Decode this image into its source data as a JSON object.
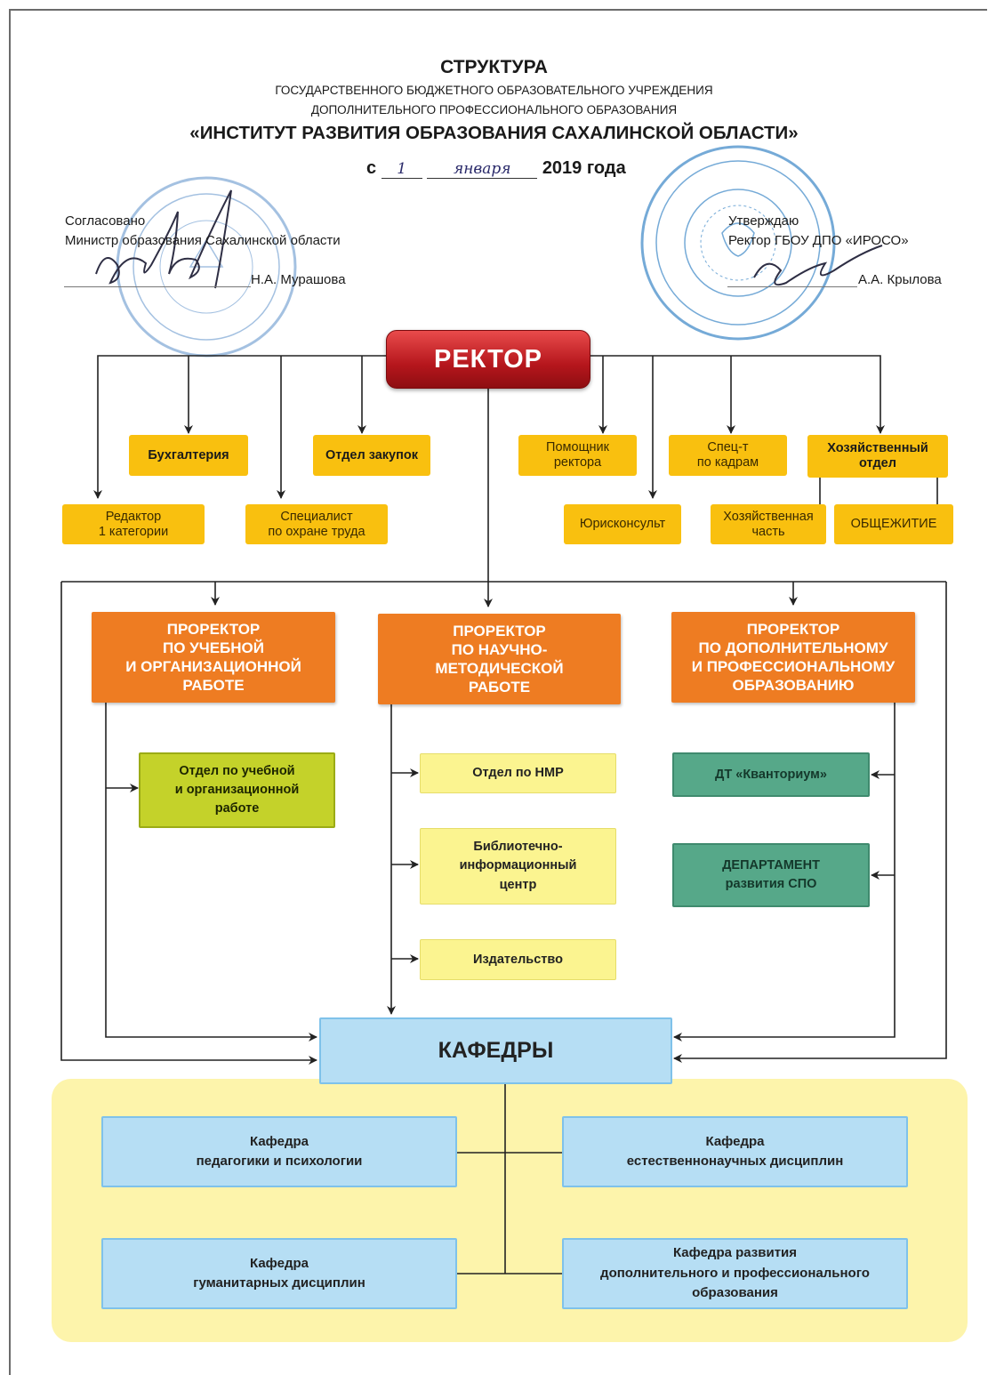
{
  "header": {
    "title": "СТРУКТУРА",
    "subtitle1": "ГОСУДАРСТВЕННОГО  БЮДЖЕТНОГО ОБРАЗОВАТЕЛЬНОГО УЧРЕЖДЕНИЯ",
    "subtitle2": "ДОПОЛНИТЕЛЬНОГО ПРОФЕССИОНАЛЬНОГО ОБРАЗОВАНИЯ",
    "institution": "«ИНСТИТУТ РАЗВИТИЯ ОБРАЗОВАНИЯ САХАЛИНСКОЙ ОБЛАСТИ»",
    "date_prefix": "с",
    "date_day": "1",
    "date_month": "января",
    "date_suffix": "2019 года"
  },
  "approval_left": {
    "line1": "Согласовано",
    "line2": "Министр образования Сахалинской области",
    "name": "Н.А. Мурашова"
  },
  "approval_right": {
    "line1": "Утверждаю",
    "line2": "Ректор ГБОУ ДПО «ИРОСО»",
    "name": "А.А. Крылова"
  },
  "rector": "РЕКТОР",
  "units_top": {
    "accounting": "Бухгалтерия",
    "procurement": "Отдел закупок",
    "assistant": [
      "Помощник",
      "ректора"
    ],
    "hr": [
      "Спец-т",
      "по кадрам"
    ],
    "household": [
      "Хозяйственный",
      "отдел"
    ],
    "editor": [
      "Редактор",
      "1 категории"
    ],
    "safety": [
      "Специалист",
      "по охране труда"
    ],
    "lawyer": "Юрисконсульт",
    "household_part": [
      "Хозяйственная",
      "часть"
    ],
    "dormitory": "ОБЩЕЖИТИЕ"
  },
  "prorectors": {
    "academic": [
      "ПРОРЕКТОР",
      "ПО УЧЕБНОЙ",
      "И ОРГАНИЗАЦИОННОЙ",
      "РАБОТЕ"
    ],
    "research": [
      "ПРОРЕКТОР",
      "ПО НАУЧНО-",
      "МЕТОДИЧЕСКОЙ",
      "РАБОТЕ"
    ],
    "additional": [
      "ПРОРЕКТОР",
      "ПО ДОПОЛНИТЕЛЬНОМУ",
      "И ПРОФЕССИОНАЛЬНОМУ",
      "ОБРАЗОВАНИЮ"
    ]
  },
  "departments": {
    "academic_dept": [
      "Отдел по учебной",
      "и организационной",
      "работе"
    ],
    "nmr": "Отдел по НМР",
    "library": [
      "Библиотечно-",
      "информационный",
      "центр"
    ],
    "publishing": "Издательство",
    "kvantorium": "ДТ «Кванториум»",
    "spo": [
      "ДЕПАРТАМЕНТ",
      "развития СПО"
    ]
  },
  "chairs_header": "КАФЕДРЫ",
  "chairs": {
    "pedagogy": [
      "Кафедра",
      "педагогики и психологии"
    ],
    "natural": [
      "Кафедра",
      "естественнонаучных  дисциплин"
    ],
    "humanities": [
      "Кафедра",
      "гуманитарных дисциплин"
    ],
    "development": [
      "Кафедра развития",
      "дополнительного и профессионального",
      "образования"
    ]
  },
  "colors": {
    "rector": "#c0161c",
    "prorector": "#ee7c22",
    "unit": "#f9c00f",
    "research_dept": "#fbf490",
    "green_dept": "#56a889",
    "academic_dept": "#c4d22a",
    "chair": "#b6def4",
    "chairs_panel": "#fdf4ab"
  }
}
